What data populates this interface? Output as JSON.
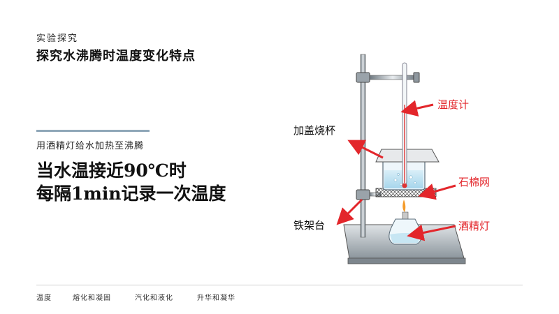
{
  "header": {
    "kicker": "实验探究",
    "title": "探究水沸腾时温度变化特点"
  },
  "step": {
    "label": "用酒精灯给水加热至沸腾",
    "headline_line1": "当水温接近90℃时",
    "headline_line2": "每隔1min记录一次温度"
  },
  "diagram_labels": {
    "thermometer": "温度计",
    "beaker_with_lid": "加盖烧杯",
    "asbestos_net": "石棉网",
    "iron_stand": "铁架台",
    "alcohol_lamp": "酒精灯"
  },
  "colors": {
    "accent_rule": "#8fa7b8",
    "label_red": "#e3262b",
    "water_blue": "#bfe3f2"
  },
  "footer": {
    "tabs": [
      "温度",
      "熔化和凝固",
      "汽化和液化",
      "升华和凝华"
    ]
  }
}
